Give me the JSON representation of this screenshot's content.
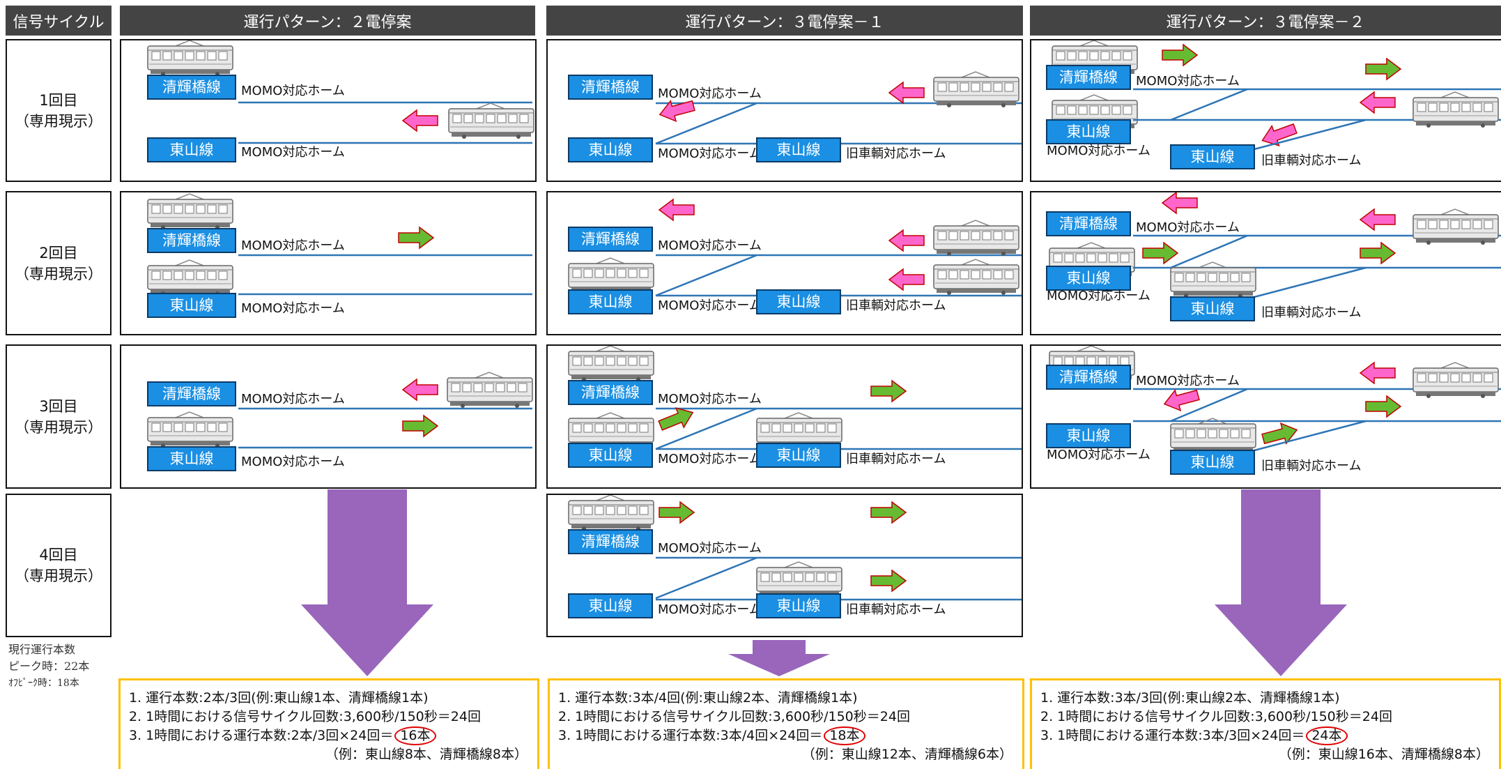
{
  "header": {
    "col0": "信号サイクル",
    "col1": "運行パターン：２電停案",
    "col2": "運行パターン：３電停案－１",
    "col3": "運行パターン：３電停案－２"
  },
  "rows": [
    {
      "label": "1回目",
      "sub": "（専用現示）"
    },
    {
      "label": "2回目",
      "sub": "（専用現示）"
    },
    {
      "label": "3回目",
      "sub": "（専用現示）"
    },
    {
      "label": "4回目",
      "sub": "（専用現示）"
    }
  ],
  "labels": {
    "kiyoteru": "清輝橋線",
    "higashiyama": "東山線",
    "momo_platform": "MOMO対応ホーム",
    "old_platform": "旧車輌対応ホーム"
  },
  "note": {
    "line1": "現行運行本数",
    "line2": "ピーク時：22本",
    "line3": "ｵﾌﾋﾟｰｸ時：18本"
  },
  "summaries": [
    {
      "l1": "1. 運行本数:2本/3回(例:東山線1本、清輝橋線1本)",
      "l2": "2. 1時間における信号サイクル回数:3,600秒/150秒＝24回",
      "l3": "3. 1時間における運行本数:2本/3回×24回＝",
      "result": "16本",
      "example": "（例：東山線8本、清輝橋線8本）"
    },
    {
      "l1": "1. 運行本数:3本/4回(例:東山線2本、清輝橋線1本)",
      "l2": "2. 1時間における信号サイクル回数:3,600秒/150秒＝24回",
      "l3": "3. 1時間における運行本数:3本/4回×24回＝",
      "result": "18本",
      "example": "（例：東山線12本、清輝橋線6本）"
    },
    {
      "l1": "1. 運行本数:3本/3回(例:東山線2本、清輝橋線1本)",
      "l2": "2. 1時間における信号サイクル回数:3,600秒/150秒＝24回",
      "l3": "3. 1時間における運行本数:3本/3回×24回＝",
      "result": "24本",
      "example": "（例：東山線16本、清輝橋線8本）"
    }
  ],
  "colors": {
    "header_bg": "#444444",
    "station_box": "#1a8fe3",
    "track": "#2e75b6",
    "arrow_pink": "#ff66cc",
    "arrow_green": "#66bb33",
    "big_arrow": "#9966bb",
    "summary_border": "#ffc000",
    "circle": "#e00000"
  }
}
